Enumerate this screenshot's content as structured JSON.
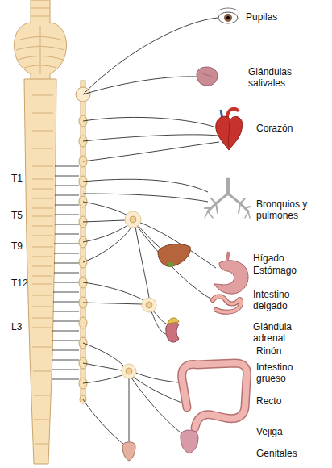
{
  "diagram": {
    "labels": [
      "Pupilas",
      "Glándulas salivales",
      "Corazón",
      "T1",
      "Bronquios y pulmones",
      "T5",
      "T9",
      "Hígado",
      "Estómago",
      "Intestino delgado",
      "T12",
      "Glándula adrenal",
      "Rinón",
      "L3",
      "Intestino grueso",
      "Recto",
      "Vejiga",
      "Genitales"
    ]
  }
}
